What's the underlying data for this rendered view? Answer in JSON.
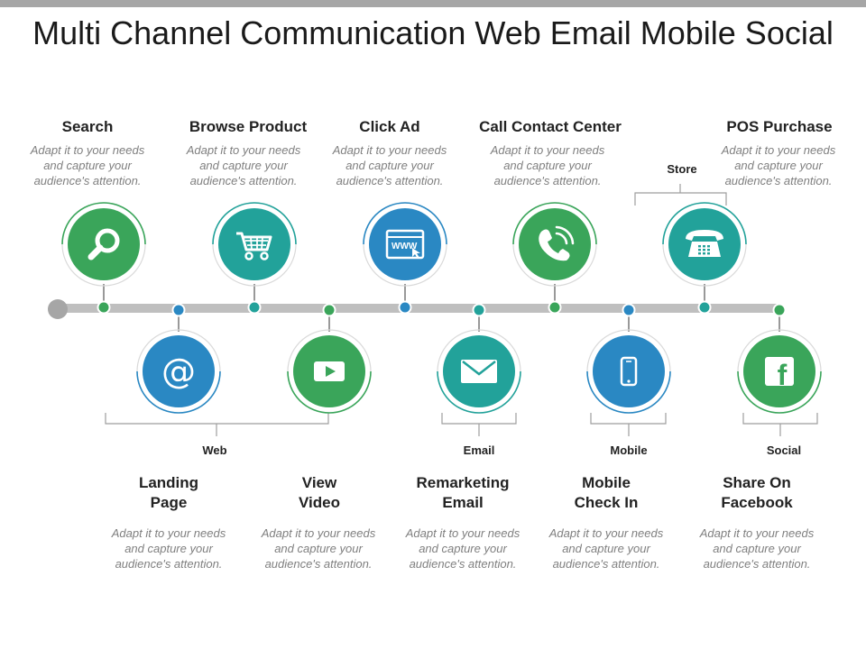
{
  "title": "Multi Channel Communication Web Email Mobile Social",
  "colors": {
    "green": "#3aa55a",
    "teal": "#22a29a",
    "blue": "#2a88c3",
    "track": "#bfbfbf",
    "start": "#a6a6a6"
  },
  "top_steps": [
    {
      "title": "Search",
      "desc": "Adapt it to your needs and capture your audience's attention.",
      "icon": "search-icon",
      "color": "green"
    },
    {
      "title": "Browse Product",
      "desc": "Adapt it to your needs and capture your audience's attention.",
      "icon": "shopping-cart-icon",
      "color": "teal"
    },
    {
      "title": "Click Ad",
      "desc": "Adapt it to your needs and capture your audience's attention.",
      "icon": "web-browser-icon",
      "color": "blue"
    },
    {
      "title": "Call Contact Center",
      "desc": "Adapt it to your needs and capture your audience's attention.",
      "icon": "phone-call-icon",
      "color": "green"
    },
    {
      "title": "POS Purchase",
      "desc": "Adapt it to your needs and capture your audience's attention.",
      "icon": "telephone-icon",
      "color": "teal"
    }
  ],
  "bottom_steps": [
    {
      "title": "Landing\nPage",
      "desc": "Adapt it to your needs and capture your audience's attention.",
      "icon": "at-sign-icon",
      "color": "blue"
    },
    {
      "title": "View\nVideo",
      "desc": "Adapt it to your needs and capture your audience's attention.",
      "icon": "play-video-icon",
      "color": "green"
    },
    {
      "title": "Remarketing\nEmail",
      "desc": "Adapt it to your needs and capture your audience's attention.",
      "icon": "envelope-icon",
      "color": "teal"
    },
    {
      "title": "Mobile\nCheck In",
      "desc": "Adapt it to your needs and capture your audience's attention.",
      "icon": "mobile-phone-icon",
      "color": "blue"
    },
    {
      "title": "Share On\nFacebook",
      "desc": "Adapt it to your needs and capture your audience's attention.",
      "icon": "facebook-icon",
      "color": "green"
    }
  ],
  "groups": {
    "store": "Store",
    "web": "Web",
    "email": "Email",
    "mobile": "Mobile",
    "social": "Social"
  }
}
